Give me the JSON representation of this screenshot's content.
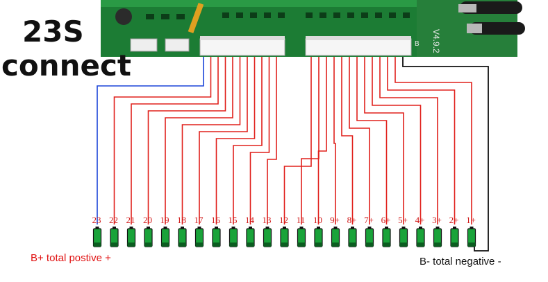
{
  "title": {
    "line1": "23S",
    "line2": "connect"
  },
  "board_text": {
    "rev": "V4.9.2",
    "connector_mark": "B"
  },
  "labels": {
    "positive": "B+ total postive +",
    "negative": "B- total negative -"
  },
  "cells": [
    "23",
    "22",
    "21",
    "20",
    "19",
    "18",
    "17",
    "16",
    "15",
    "14",
    "13",
    "12",
    "11",
    "10",
    "9+",
    "8+",
    "7+",
    "6+",
    "5+",
    "4+",
    "3+",
    "2+",
    "1+"
  ],
  "colors": {
    "wire": "#e0201c",
    "b_plus_wire": "#1a44d8",
    "b_minus_wire": "#111111",
    "board": "#1f8a3a",
    "connector": "#f4f4f4",
    "battery": "#1aa33a"
  }
}
